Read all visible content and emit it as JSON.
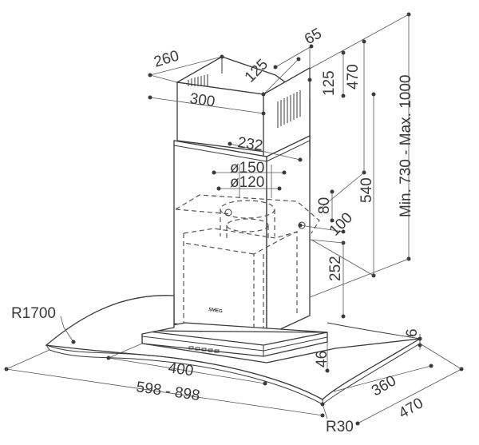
{
  "dimensions": {
    "width_260": "260",
    "width_300": "300",
    "depth_125_top": "125",
    "offset_65": "65",
    "height_125": "125",
    "height_470": "470",
    "range_height": "Min. 730 - Max. 1000",
    "width_232": "232",
    "dia_150": "ø150",
    "dia_120": "ø120",
    "h_80": "80",
    "h_540": "540",
    "d_100": "100",
    "h_252": "252",
    "radius_1700": "R1700",
    "w_400": "400",
    "h_46": "46",
    "h_6": "6",
    "w_598_898": "598 - 898",
    "d_360": "360",
    "d_470": "470",
    "radius_30": "R30"
  },
  "brand": "SMEG",
  "colors": {
    "line": "#3a3a3a",
    "background": "#ffffff"
  }
}
